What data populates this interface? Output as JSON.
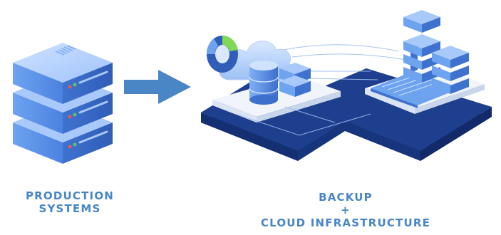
{
  "captions": {
    "production": [
      "PRODUCTION",
      "SYSTEMS"
    ],
    "backup": [
      "BACKUP",
      "+",
      "CLOUD INFRASTRUCTURE"
    ]
  },
  "colors": {
    "caption": "#4a86c5",
    "arrow": "#4a86c5",
    "server_blue": "#5b8fe0",
    "platform_navy": "#1e3f8e",
    "platform_top": "#f1f5fb",
    "chart_green": "#7ed957",
    "led_red": "#e85a5a",
    "led_green": "#56c46a"
  },
  "icons": [
    "server-stack-icon",
    "arrow-right-icon",
    "cloud-icon",
    "database-icon",
    "donut-chart-icon",
    "laptop-icon",
    "server-rack-icon"
  ]
}
